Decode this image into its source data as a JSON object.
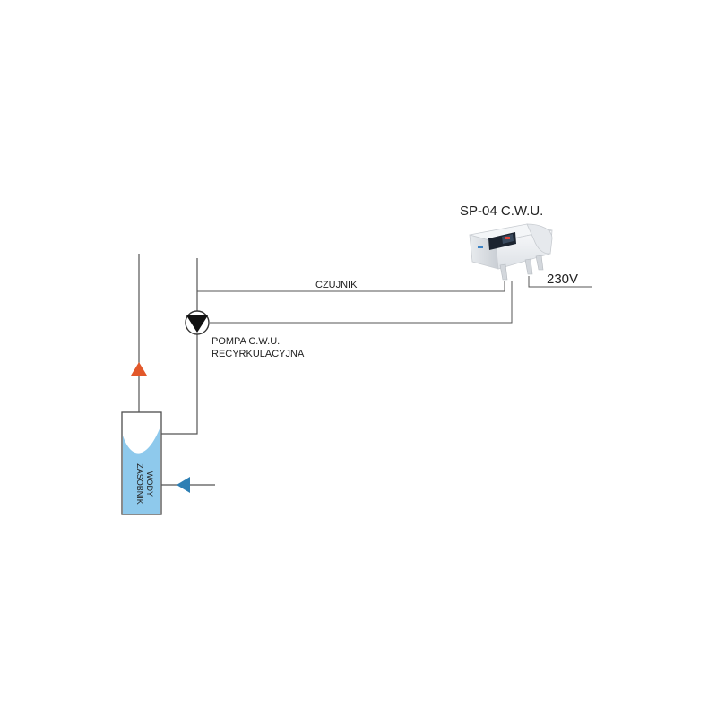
{
  "device": {
    "title": "SP-04 C.W.U."
  },
  "labels": {
    "sensor": "CZUJNIK",
    "pump_line1": "POMPA C.W.U.",
    "pump_line2": "RECYRKULACYJNA",
    "power": "230V",
    "tank_line1": "ZASOBNIK",
    "tank_line2": "WODY"
  },
  "colors": {
    "line": "#555555",
    "hot_arrow": "#e2582a",
    "cold_arrow": "#2e7fb4",
    "water": "#8ec9ec",
    "tank_outline": "#555555"
  }
}
